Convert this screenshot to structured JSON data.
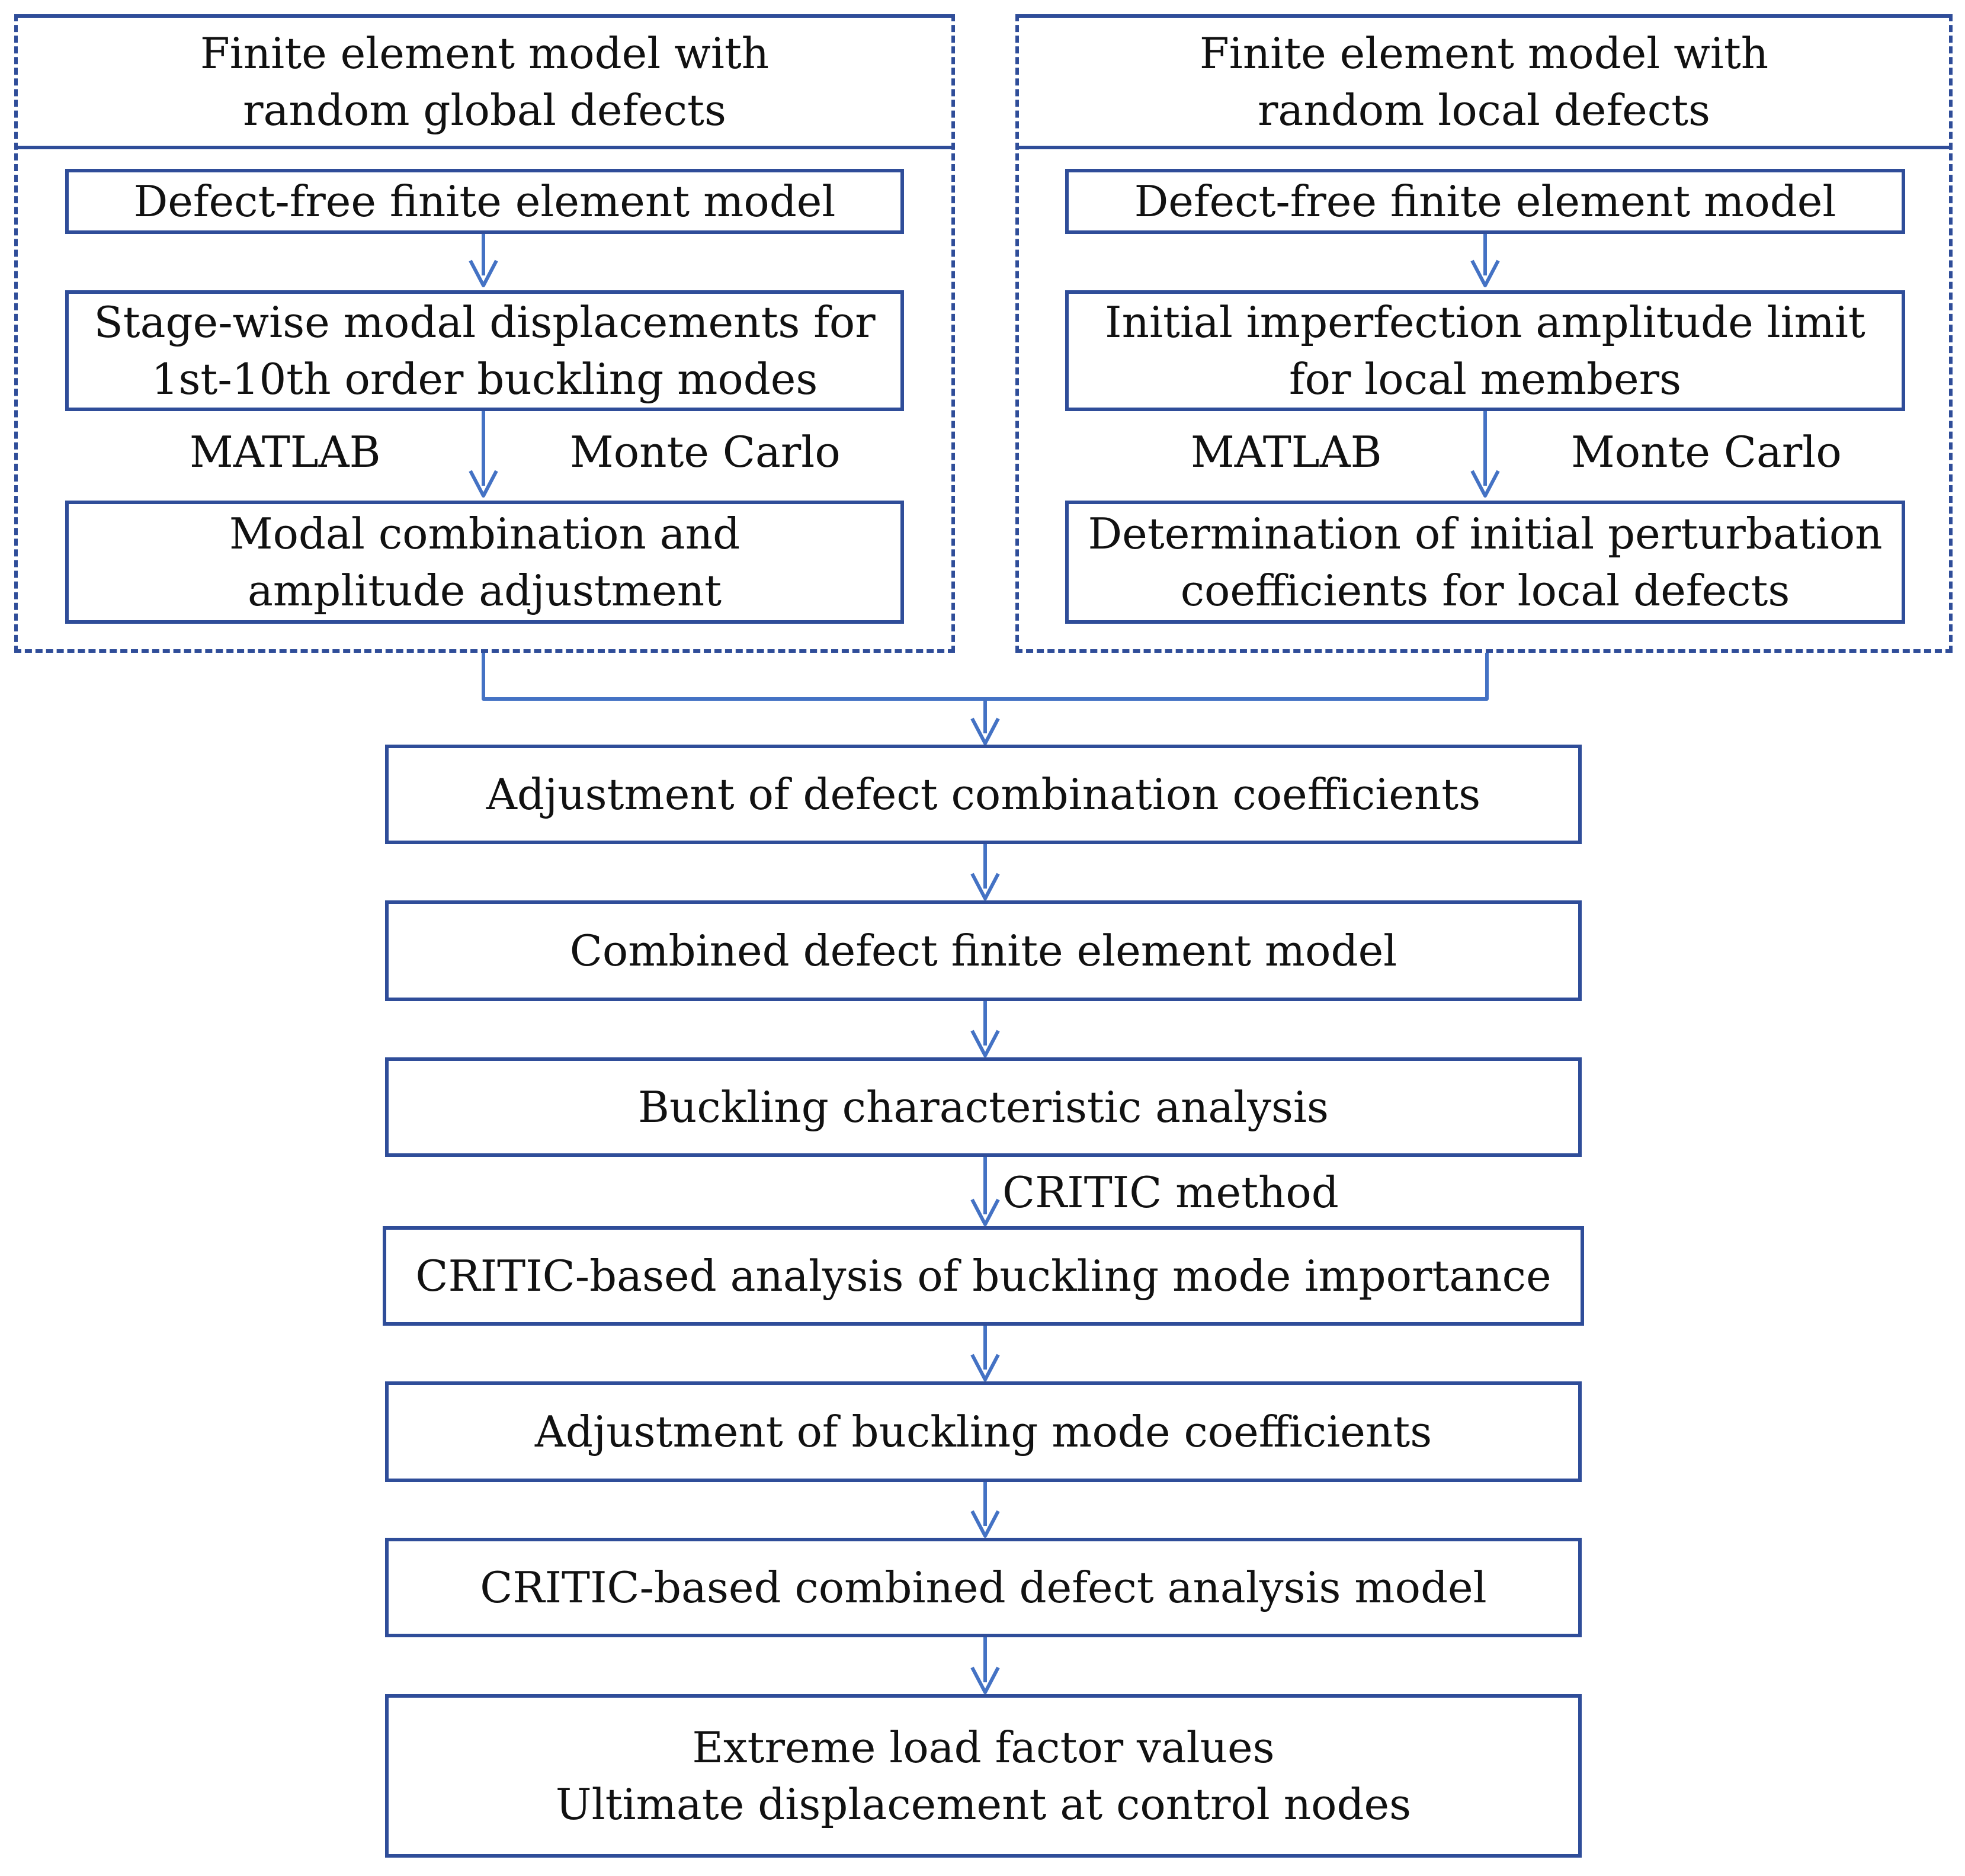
{
  "accent_color": "#2f4d99",
  "arrow_color": "#4472c4",
  "left_group": {
    "title_lines": [
      "Finite element model with",
      "random global defects"
    ],
    "step1": "Defect-free finite element model",
    "step2_lines": [
      "Stage-wise modal displacements for",
      "1st-10th order buckling modes"
    ],
    "label_left": "MATLAB",
    "label_right": "Monte Carlo",
    "step3_lines": [
      "Modal combination and",
      "amplitude adjustment"
    ]
  },
  "right_group": {
    "title_lines": [
      "Finite element model with",
      "random local defects"
    ],
    "step1": "Defect-free finite element model",
    "step2_lines": [
      "Initial imperfection amplitude limit",
      "for local members"
    ],
    "label_left": "MATLAB",
    "label_right": "Monte Carlo",
    "step3_lines": [
      "Determination of initial perturbation",
      "coefficients for local defects"
    ]
  },
  "main_flow": {
    "s1": "Adjustment of defect combination coefficients",
    "s2": "Combined defect finite element model",
    "s3": "Buckling characteristic analysis",
    "s3_arrow_label": "CRITIC method",
    "s4": "CRITIC-based analysis of buckling mode importance",
    "s5": "Adjustment of buckling mode coefficients",
    "s6": "CRITIC-based combined defect analysis model",
    "s7_lines": [
      "Extreme load factor values",
      "Ultimate displacement at control nodes"
    ]
  }
}
